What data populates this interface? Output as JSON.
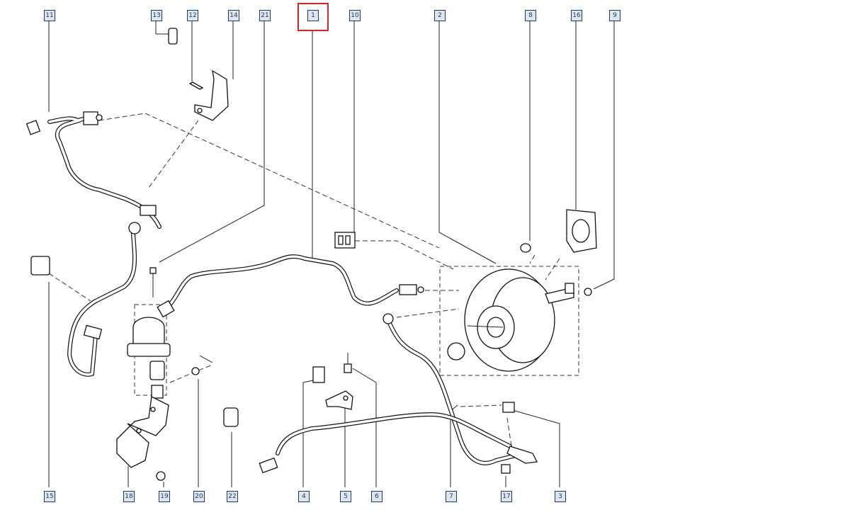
{
  "colors": {
    "callout_fill": "#dde6ee",
    "callout_border": "#1d3a5f",
    "callout_text": "#1d3a5f",
    "highlight": "#d2232a",
    "line": "#111111"
  },
  "selected_callout": "1",
  "callouts": [
    {
      "id": "11",
      "label": "11"
    },
    {
      "id": "13",
      "label": "13"
    },
    {
      "id": "12",
      "label": "12"
    },
    {
      "id": "14",
      "label": "14"
    },
    {
      "id": "21",
      "label": "21"
    },
    {
      "id": "1",
      "label": "1"
    },
    {
      "id": "10",
      "label": "10"
    },
    {
      "id": "2",
      "label": "2"
    },
    {
      "id": "8",
      "label": "8"
    },
    {
      "id": "16",
      "label": "16"
    },
    {
      "id": "9",
      "label": "9"
    },
    {
      "id": "15",
      "label": "15"
    },
    {
      "id": "18",
      "label": "18"
    },
    {
      "id": "19",
      "label": "19"
    },
    {
      "id": "20",
      "label": "20"
    },
    {
      "id": "22",
      "label": "22"
    },
    {
      "id": "4",
      "label": "4"
    },
    {
      "id": "5",
      "label": "5"
    },
    {
      "id": "6",
      "label": "6"
    },
    {
      "id": "7",
      "label": "7"
    },
    {
      "id": "17",
      "label": "17"
    },
    {
      "id": "3",
      "label": "3"
    }
  ]
}
